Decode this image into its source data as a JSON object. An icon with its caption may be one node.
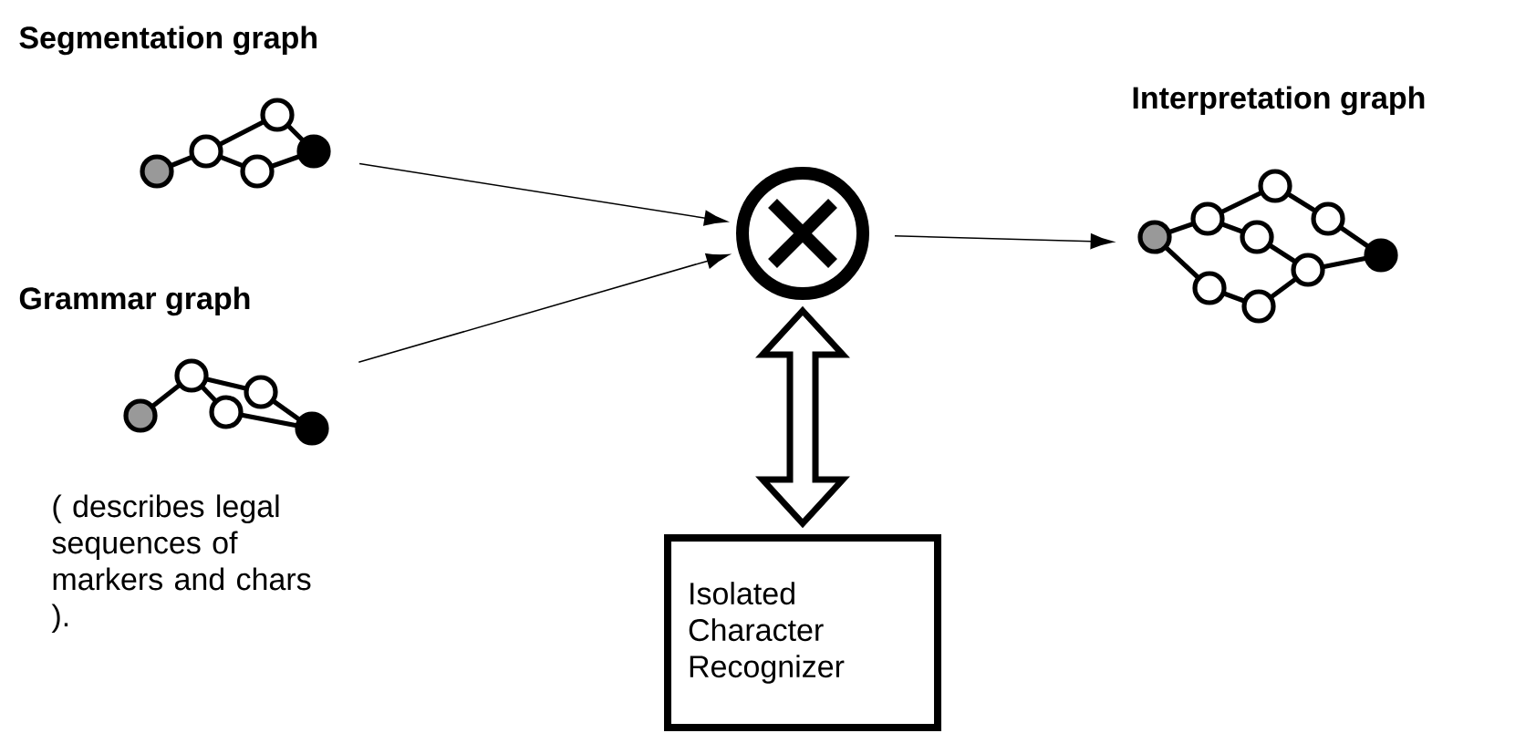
{
  "diagram": {
    "nodes": [
      {
        "text": [
          "Segmentation graph"
        ]
      },
      {
        "text": [
          "Grammar graph"
        ],
        "beside": [
          "( describes legal sequences of markers and chars )."
        ]
      },
      {
        "text": [],
        "shape": "circle"
      },
      {
        "text": [
          "Interpretation graph"
        ]
      },
      {
        "text": [
          "Isolated Character Recognizer"
        ]
      }
    ],
    "edges": [
      {
        "from": 0,
        "to": 2,
        "arrow": "to"
      },
      {
        "from": 1,
        "to": 2,
        "arrow": "to"
      },
      {
        "from": 2,
        "to": 3,
        "arrow": "to"
      },
      {
        "from": 2,
        "to": 4,
        "arrow": "both",
        "style": "thick"
      }
    ]
  }
}
